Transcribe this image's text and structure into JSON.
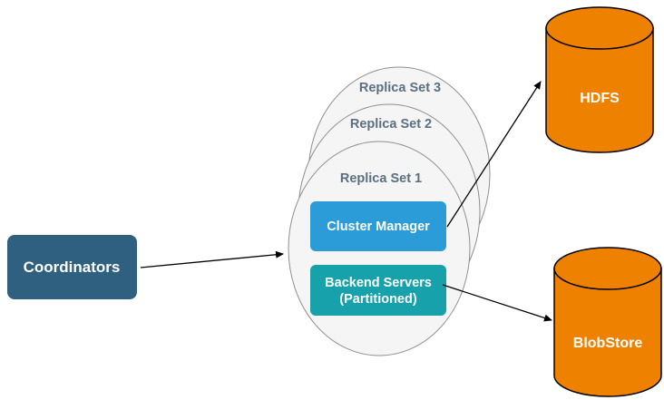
{
  "diagram": {
    "nodes": {
      "coordinators": {
        "label": "Coordinators",
        "fill": "#30607f",
        "text_color": "#ffffff"
      },
      "replica_set_3": {
        "label": "Replica Set 3"
      },
      "replica_set_2": {
        "label": "Replica Set 2"
      },
      "replica_set_1": {
        "label": "Replica Set 1"
      },
      "cluster_manager": {
        "label": "Cluster Manager",
        "fill": "#2b9cd8",
        "text_color": "#ffffff"
      },
      "backend_servers": {
        "label_line1": "Backend Servers",
        "label_line2": "(Partitioned)",
        "fill": "#17a2ab",
        "text_color": "#ffffff"
      },
      "hdfs": {
        "label": "HDFS",
        "fill": "#ee8100",
        "text_color": "#ffffff"
      },
      "blobstore": {
        "label": "BlobStore",
        "fill": "#ee8100",
        "text_color": "#ffffff"
      }
    },
    "styles": {
      "replica_ellipse_fill": "#f5f5f5",
      "replica_ellipse_stroke": "#8f8f8f",
      "replica_label_color": "#5a7080",
      "arrow_color": "#000000",
      "background": "#ffffff"
    },
    "edges": [
      {
        "from": "Coordinators",
        "to": "Replica Set 1"
      },
      {
        "from": "Cluster Manager",
        "to": "HDFS"
      },
      {
        "from": "Backend Servers (Partitioned)",
        "to": "BlobStore"
      }
    ]
  }
}
